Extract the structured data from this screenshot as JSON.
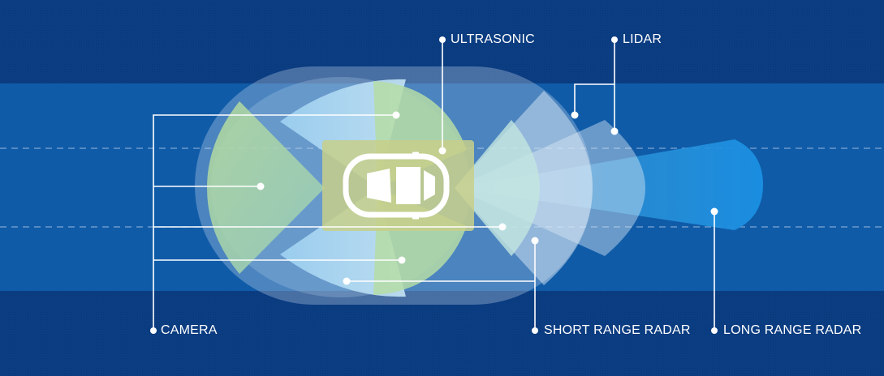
{
  "labels": {
    "ultrasonic": "ULTRASONIC",
    "lidar": "LIDAR",
    "camera": "CAMERA",
    "short_range_radar": "SHORT RANGE RADAR",
    "long_range_radar": "LONG RANGE RADAR"
  },
  "colors": {
    "background": "#0b3d82",
    "road": "#0f5ba8",
    "lane_marking": "#7fa6d3",
    "camera_fov": "#a9d3a0",
    "ultrasonic_zone": "#c7cf8a",
    "short_range_radar": "#cfe6f5",
    "lidar": "#b9d6ef",
    "long_range_radar": "#1d8fd9",
    "callout": "#ffffff"
  },
  "icons": {
    "vehicle": "car-top-view-icon",
    "callout_marker": "dot-marker-icon"
  }
}
